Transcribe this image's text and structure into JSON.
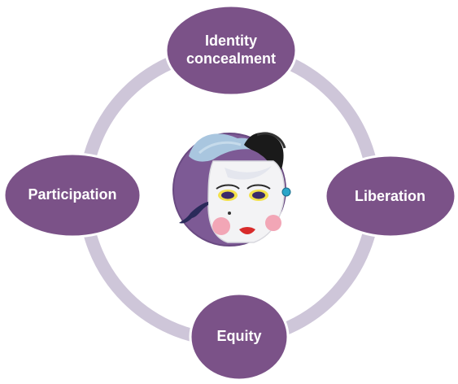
{
  "colors": {
    "node_fill": "#7b5288",
    "node_border": "#ffffff",
    "ring": "#cec6d9",
    "center_bg": "#7d5a95",
    "label": "#ffffff"
  },
  "nodes": {
    "top": {
      "line1": "Identity",
      "line2": "concealment"
    },
    "left": {
      "label": "Participation"
    },
    "right": {
      "label": "Liberation"
    },
    "bottom": {
      "label": "Equity"
    }
  },
  "center": {
    "icon": "carnival-mask-icon"
  }
}
